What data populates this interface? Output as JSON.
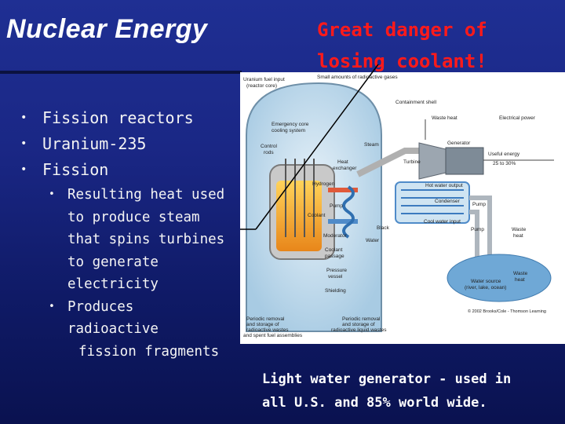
{
  "slide": {
    "title": "Nuclear Energy",
    "alert_line1": "Great danger of",
    "alert_line2": "losing coolant!",
    "bullets": [
      "Fission reactors",
      "Uranium-235",
      "Fission"
    ],
    "sub_bullets": [
      [
        "Resulting heat used",
        "to produce steam",
        "that spins turbines",
        "to generate",
        "electricity"
      ],
      [
        "Produces",
        "radioactive"
      ]
    ],
    "sub_bullet_tail": "fission fragments",
    "caption_line1": "Light water generator - used in",
    "caption_line2": "all U.S. and 85% world wide."
  },
  "diagram": {
    "labels": {
      "fuel_input": "Uranium fuel input",
      "fuel_input2": "(reactor core)",
      "gases": "Small amounts of radioactive gases",
      "shell": "Containment shell",
      "waste_heat": "Waste heat",
      "electrical_power": "Electrical power",
      "emergency": "Emergency core",
      "emergency2": "cooling system",
      "control": "Control",
      "control2": "rods",
      "steam": "Steam",
      "heat_exchanger": "Heat",
      "heat_exchanger2": "exchanger",
      "turbine": "Turbine",
      "generator": "Generator",
      "useful_energy": "Useful energy",
      "useful_energy2": "25 to 30%",
      "hydrogen": "Hydrogen",
      "hot_water": "Hot water output",
      "pump1": "Pump",
      "condenser": "Condenser",
      "pump2": "Pump",
      "coolant": "Coolant",
      "black": "Black",
      "cool_water": "Cool water input",
      "pump3": "Pump",
      "moderator": "Moderator",
      "water": "Water",
      "waste_heat2": "Waste",
      "waste_heat2b": "heat",
      "coolant_passage": "Coolant",
      "coolant_passage2": "passage",
      "pressure_vessel": "Pressure",
      "pressure_vessel2": "vessel",
      "water_source": "Water source",
      "water_source2": "(river, lake, ocean)",
      "waste_heat3": "Waste",
      "waste_heat3b": "heat",
      "shielding": "Shielding",
      "periodic1": "Periodic removal",
      "periodic1b": "and storage of",
      "periodic1c": "radioactive wastes",
      "periodic1d": "and spent fuel assemblies",
      "periodic2": "Periodic removal",
      "periodic2b": "and storage of",
      "periodic2c": "radioactive liquid wastes",
      "copyright": "© 2002 Brooks/Cole - Thomson Learning"
    }
  },
  "colors": {
    "background": "#1a2785",
    "alert": "#ff1a1a",
    "core": "#f5a623",
    "vessel": "#9fc6e2"
  }
}
